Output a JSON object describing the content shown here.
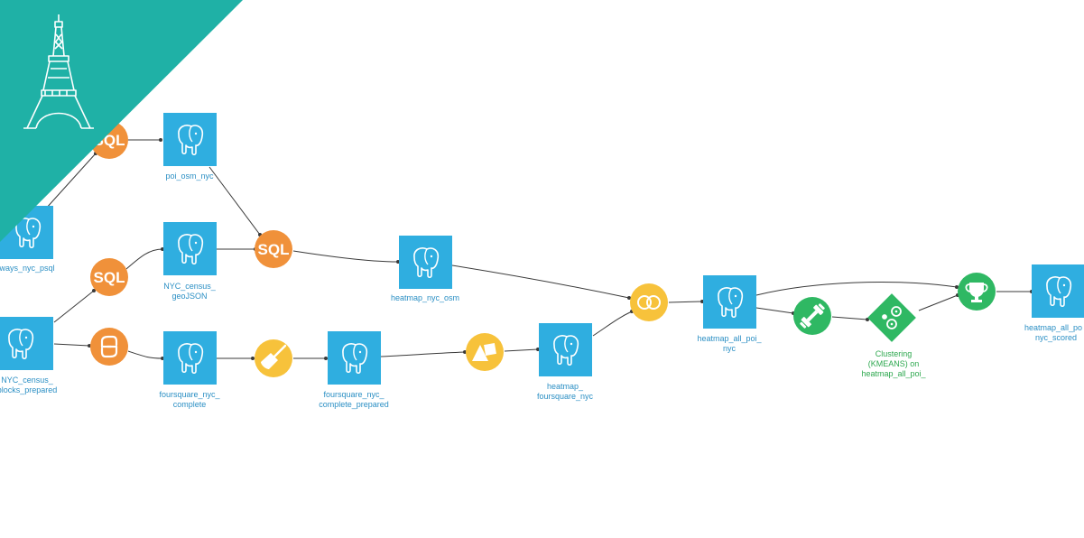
{
  "colors": {
    "dataset": "#2faee0",
    "recipe_sql": "#f0913a",
    "recipe_python": "#f0913a",
    "visual_recipe": "#f7c23b",
    "ml": "#2fb863",
    "ribbon": "#1fb1a6",
    "edge": "#3a3a3a"
  },
  "datasets": {
    "ways_nyc_psql": "ways_nyc_psql",
    "nyc_census_blocks_prepared": [
      "NYC_census_",
      "blocks_prepared"
    ],
    "poi_osm_nyc": "poi_osm_nyc",
    "nyc_census_geojson": [
      "NYC_census_",
      "geoJSON"
    ],
    "foursquare_nyc_complete": [
      "foursquare_nyc_",
      "complete"
    ],
    "foursquare_nyc_complete_prepared": [
      "foursquare_nyc_",
      "complete_prepared"
    ],
    "heatmap_nyc_osm": "heatmap_nyc_osm",
    "heatmap_foursquare_nyc": [
      "heatmap_",
      "foursquare_nyc"
    ],
    "heatmap_all_poi_nyc": [
      "heatmap_all_poi_",
      "nyc"
    ],
    "heatmap_all_poi_nyc_scored": [
      "heatmap_all_po",
      "nyc_scored"
    ]
  },
  "recipes": {
    "sql_label": "SQL"
  },
  "model": [
    "Clustering",
    "(KMEANS) on",
    "heatmap_all_poi_"
  ]
}
